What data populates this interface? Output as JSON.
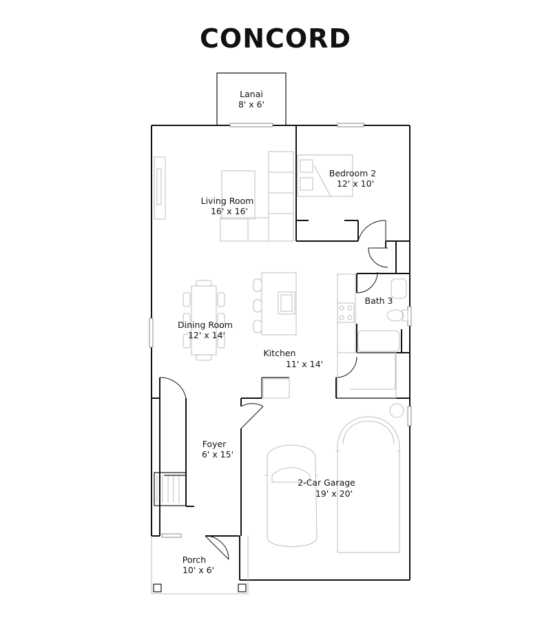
{
  "plan": {
    "title": "CONCORD",
    "rooms": [
      {
        "id": "lanai",
        "name": "Lanai",
        "size": "8' x 6'"
      },
      {
        "id": "bedroom-2",
        "name": "Bedroom 2",
        "size": "12' x 10'"
      },
      {
        "id": "living-room",
        "name": "Living Room",
        "size": "16' x 16'"
      },
      {
        "id": "bath-3",
        "name": "Bath 3",
        "size": ""
      },
      {
        "id": "dining-room",
        "name": "Dining Room",
        "size": "12' x 14'"
      },
      {
        "id": "kitchen",
        "name": "Kitchen",
        "size": "11' x 14'"
      },
      {
        "id": "foyer",
        "name": "Foyer",
        "size": "6' x 15'"
      },
      {
        "id": "garage",
        "name": "2-Car Garage",
        "size": "19' x 20'"
      },
      {
        "id": "porch",
        "name": "Porch",
        "size": "10' x 6'"
      }
    ]
  },
  "colors": {
    "walls": "#111111",
    "furniture": "#bdbdbd",
    "background": "#ffffff"
  }
}
